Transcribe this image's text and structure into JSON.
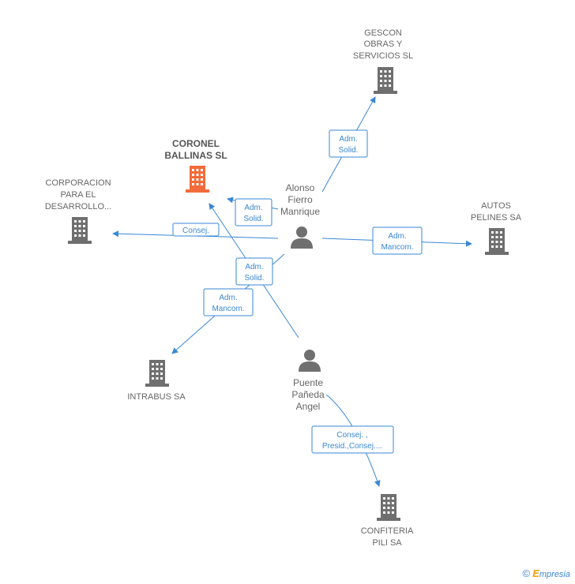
{
  "colors": {
    "edge": "#3a87d4",
    "company": "#6f6f6f",
    "focus": "#f26b3a",
    "person": "#6f6f6f"
  },
  "companies": [
    {
      "id": "gescon",
      "lines": [
        "GESCON",
        "OBRAS Y",
        "SERVICIOS SL"
      ],
      "focus": false
    },
    {
      "id": "coronel",
      "lines": [
        "CORONEL",
        "BALLINAS SL"
      ],
      "focus": true
    },
    {
      "id": "corporacion",
      "lines": [
        "CORPORACION",
        "PARA EL",
        "DESARROLLO..."
      ],
      "focus": false
    },
    {
      "id": "autos",
      "lines": [
        "AUTOS",
        "PELINES SA"
      ],
      "focus": false
    },
    {
      "id": "intrabus",
      "lines": [
        "INTRABUS SA"
      ],
      "focus": false
    },
    {
      "id": "confiteria",
      "lines": [
        "CONFITERIA",
        "PILI SA"
      ],
      "focus": false
    }
  ],
  "persons": [
    {
      "id": "alonso",
      "lines": [
        "Alonso",
        "Fierro",
        "Manrique"
      ]
    },
    {
      "id": "puente",
      "lines": [
        "Puente",
        "Pañeda",
        "Angel"
      ]
    }
  ],
  "edges": [
    {
      "id": "alonso-gescon",
      "lines": [
        "Adm.",
        "Solid."
      ]
    },
    {
      "id": "alonso-coronel",
      "lines": [
        "Adm.",
        "Solid."
      ]
    },
    {
      "id": "alonso-corporacion",
      "lines": [
        "Consej."
      ]
    },
    {
      "id": "alonso-autos",
      "lines": [
        "Adm.",
        "Mancom."
      ]
    },
    {
      "id": "alonso-intrabus",
      "lines": [
        "Adm.",
        "Mancom."
      ]
    },
    {
      "id": "puente-coronel",
      "lines": [
        "Adm.",
        "Solid."
      ]
    },
    {
      "id": "puente-confiteria",
      "lines": [
        "Consej. ,",
        "Presid.,Consej...."
      ]
    }
  ],
  "footer": {
    "copyright_symbol": "©",
    "brand_initial": "E",
    "brand_rest": "mpresia"
  }
}
